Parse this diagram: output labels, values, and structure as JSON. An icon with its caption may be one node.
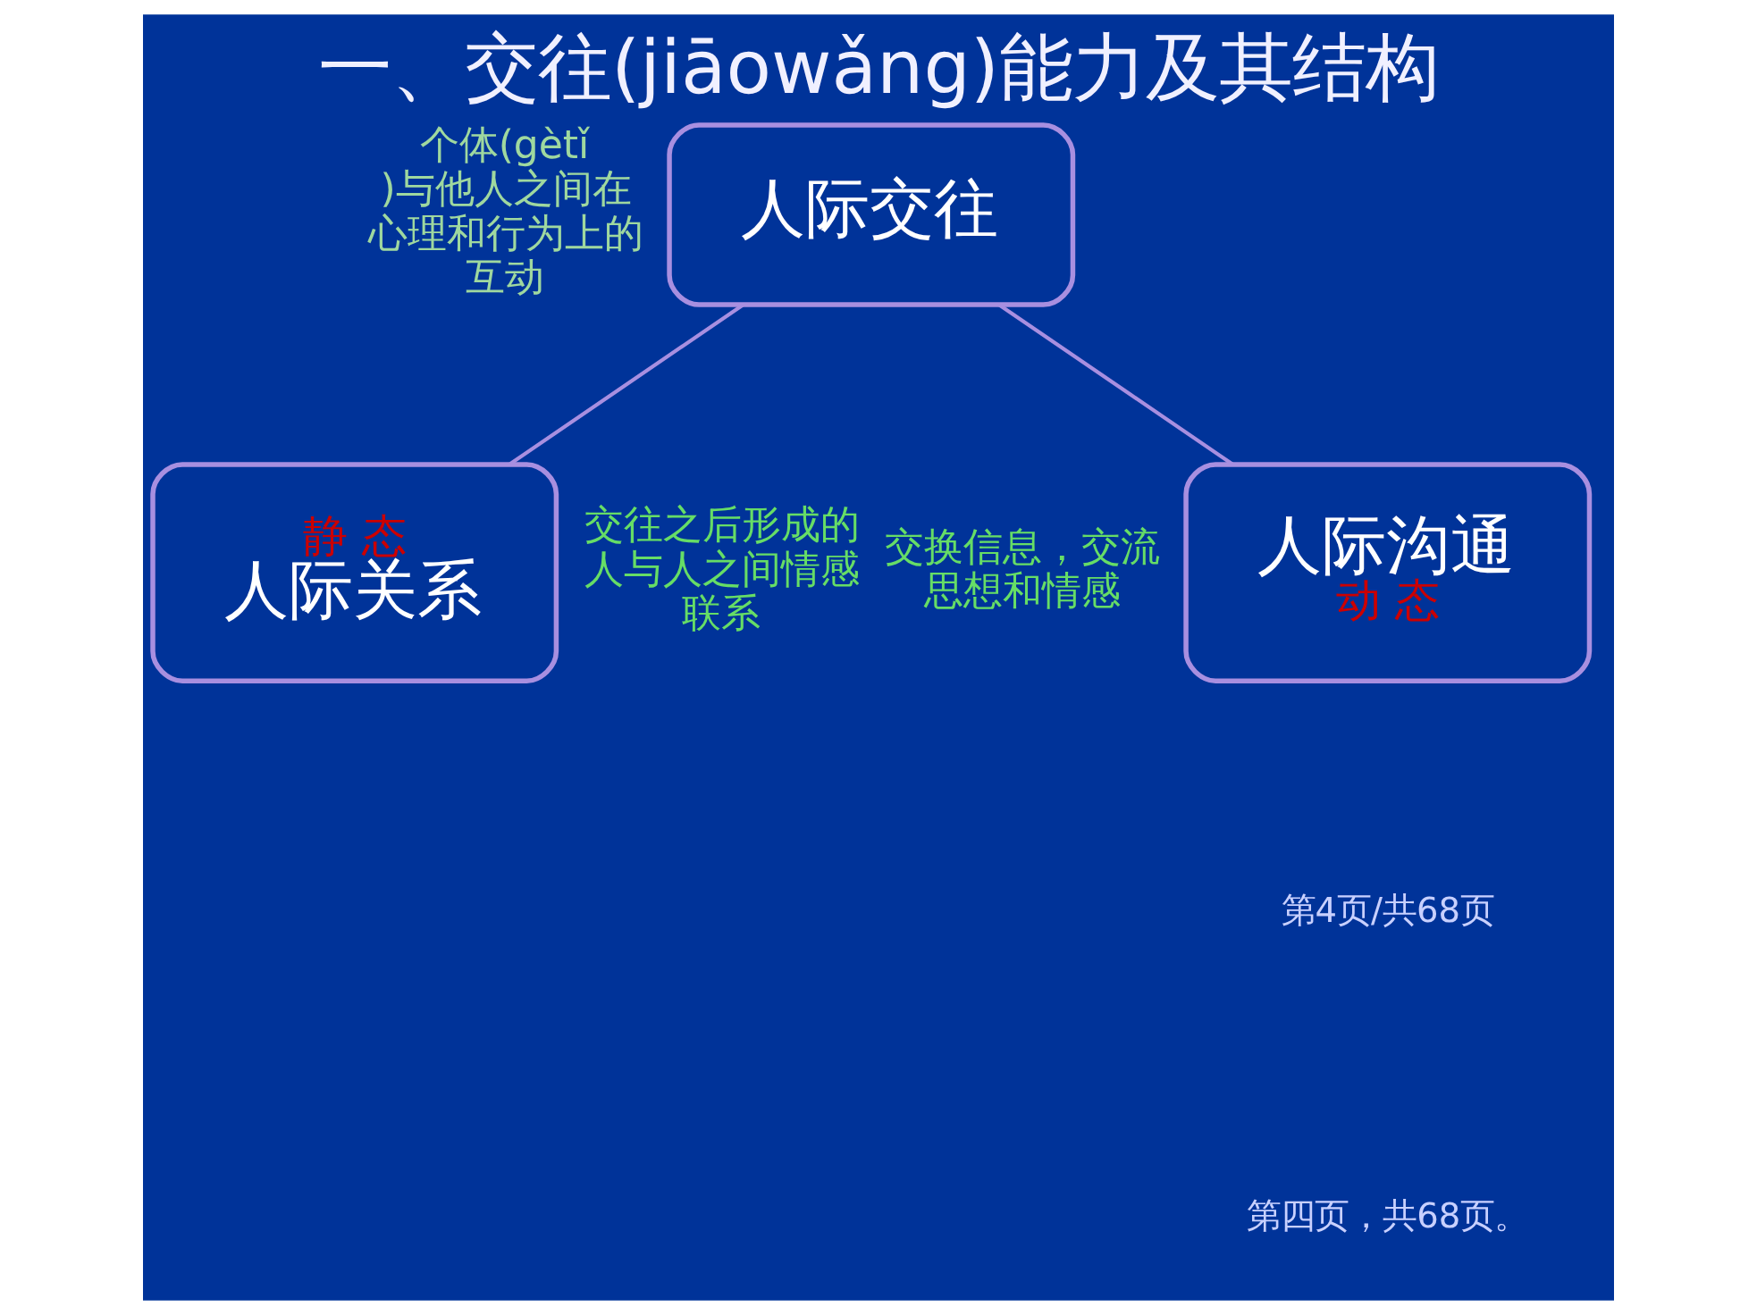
{
  "diagram": {
    "title": "一、交往(jiāowǎng)能力及其结构",
    "nodes": [
      {
        "text": [
          "人际交往"
        ],
        "beside": [
          "个体(gètǐ)与他人之间在心理和行为上的互动"
        ]
      },
      {
        "text": [
          "人际沟通",
          "动 态"
        ],
        "beside": [
          "交换信息，交流思想和情感"
        ]
      },
      {
        "text": [
          "静 态",
          "人际关系"
        ],
        "beside": [
          "交往之后形成的人与人之间情感联系"
        ]
      }
    ],
    "edges": [
      {
        "from": 0,
        "to": 1,
        "arrow": "none"
      },
      {
        "from": 0,
        "to": 2,
        "arrow": "none"
      }
    ],
    "labels": [
      "第4页/共68页",
      "第四页，共68页。"
    ]
  }
}
